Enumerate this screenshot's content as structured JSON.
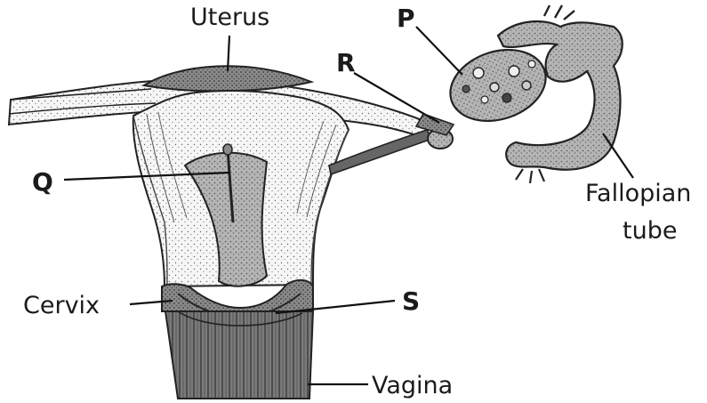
{
  "labels": {
    "uterus": "Uterus",
    "p": "P",
    "r": "R",
    "q": "Q",
    "s": "S",
    "cervix": "Cervix",
    "vagina": "Vagina",
    "fallopian_line1": "Fallopian",
    "fallopian_line2": "tube"
  },
  "colors": {
    "ink": "#1b1b1b",
    "dark_tissue": "#6f6f6f",
    "mid_tissue": "#9a9a9a",
    "light_tissue": "#ececec",
    "stipple_fill": "#f4f4f4"
  }
}
